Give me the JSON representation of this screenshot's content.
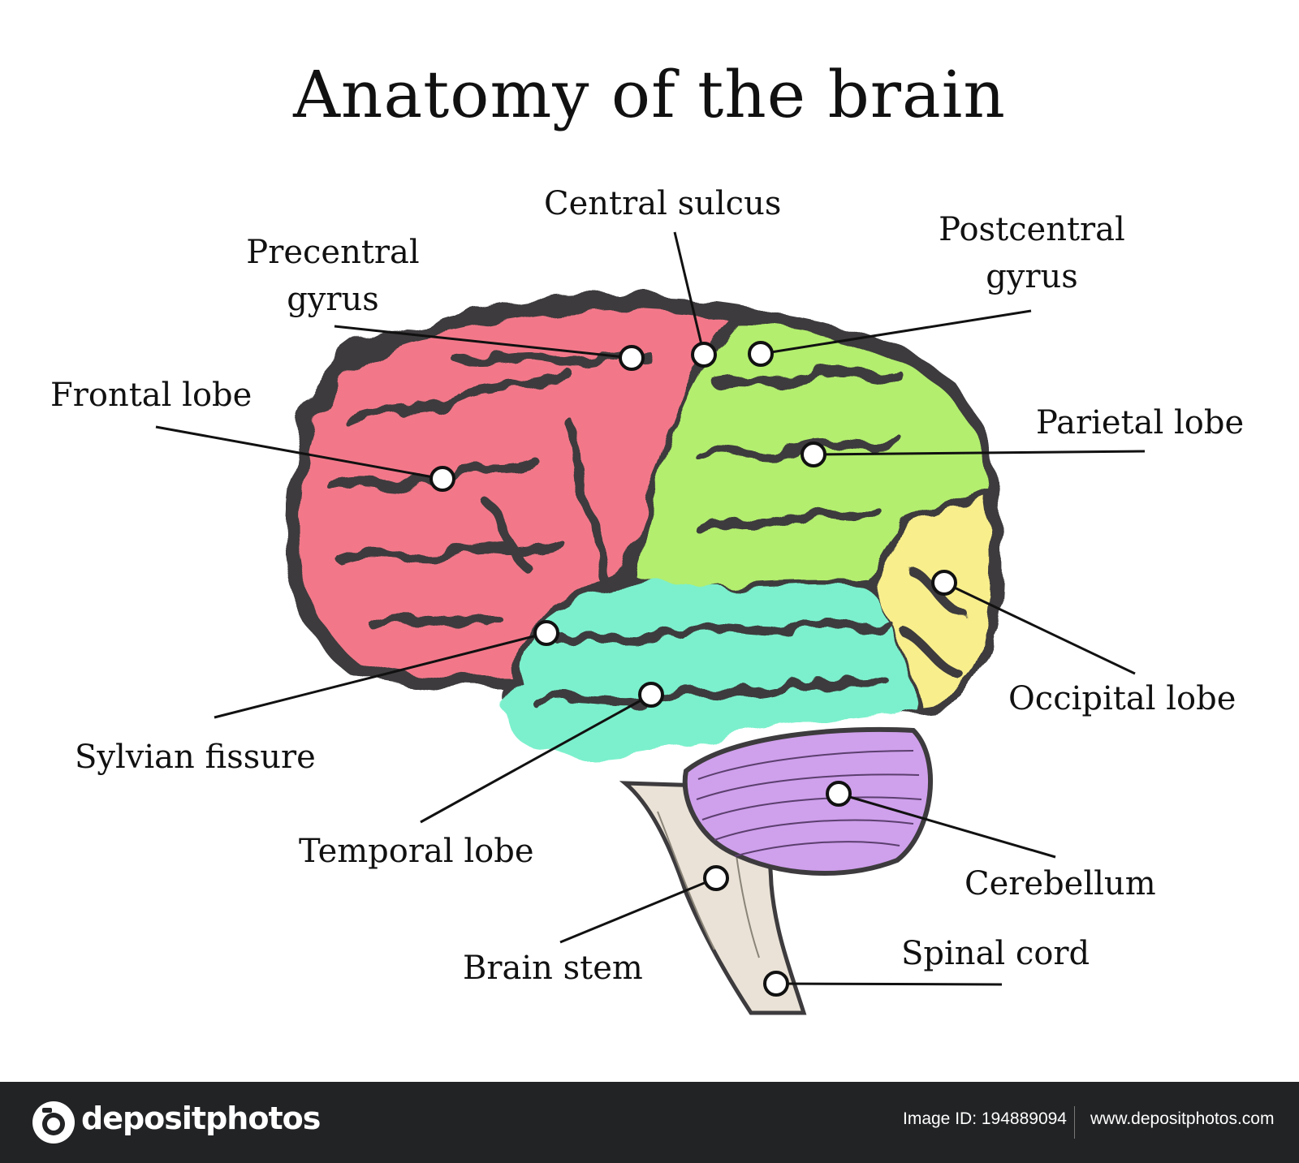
{
  "title": "Anatomy of the brain",
  "labels": {
    "central_sulcus": "Central sulcus",
    "precentral_gyrus": [
      "Precentral",
      "gyrus"
    ],
    "postcentral_gyrus": [
      "Postcentral",
      "gyrus"
    ],
    "frontal_lobe": "Frontal lobe",
    "parietal_lobe": "Parietal lobe",
    "occipital_lobe": "Occipital lobe",
    "sylvian_fissure": "Sylvian fissure",
    "temporal_lobe": "Temporal lobe",
    "cerebellum": "Cerebellum",
    "brain_stem": "Brain stem",
    "spinal_cord": "Spinal cord"
  },
  "colors": {
    "frontal": "#F27889",
    "parietal": "#B3EE6E",
    "occipital": "#F8EE8C",
    "temporal": "#7CF0CC",
    "cerebellum": "#CFA0EC",
    "stem": "#EAE2D6",
    "outline": "#3D3B3D",
    "footer_bg": "#222325"
  },
  "footer": {
    "logo": "depositphotos",
    "image_id": "Image ID: 194889094",
    "site": "www.depositphotos.com"
  }
}
